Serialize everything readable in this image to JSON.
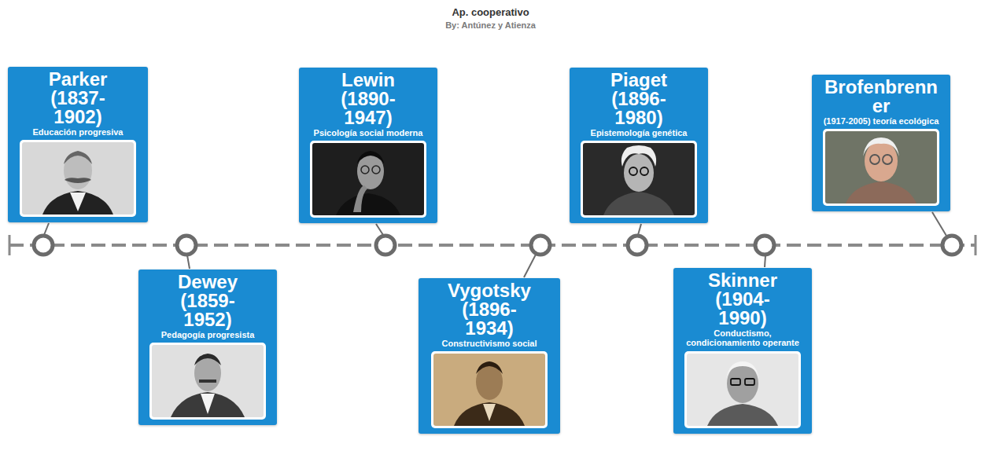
{
  "diagram": {
    "title": "Ap. cooperativo",
    "nodes": [
      {
        "text": [
          "Parker (1837-1902)",
          "Educación progresiva"
        ]
      },
      {
        "text": [
          "Dewey (1859-1952)",
          "Pedagogía progresista"
        ]
      },
      {
        "text": [
          "Lewin (1890-1947)",
          "Psicología social moderna"
        ]
      },
      {
        "text": [
          "Vygotsky (1896-1934)",
          "Constructivismo social"
        ]
      },
      {
        "text": [
          "Piaget (1896-1980)",
          "Epistemología genética"
        ]
      },
      {
        "text": [
          "Skinner (1904-1990)",
          "Conductismo, condicionamiento operante"
        ]
      },
      {
        "text": [
          "Brofenbrenner",
          "(1917-2005) teoría ecológica"
        ]
      }
    ],
    "labels": [
      "By: Antúnez y Atienza"
    ]
  }
}
